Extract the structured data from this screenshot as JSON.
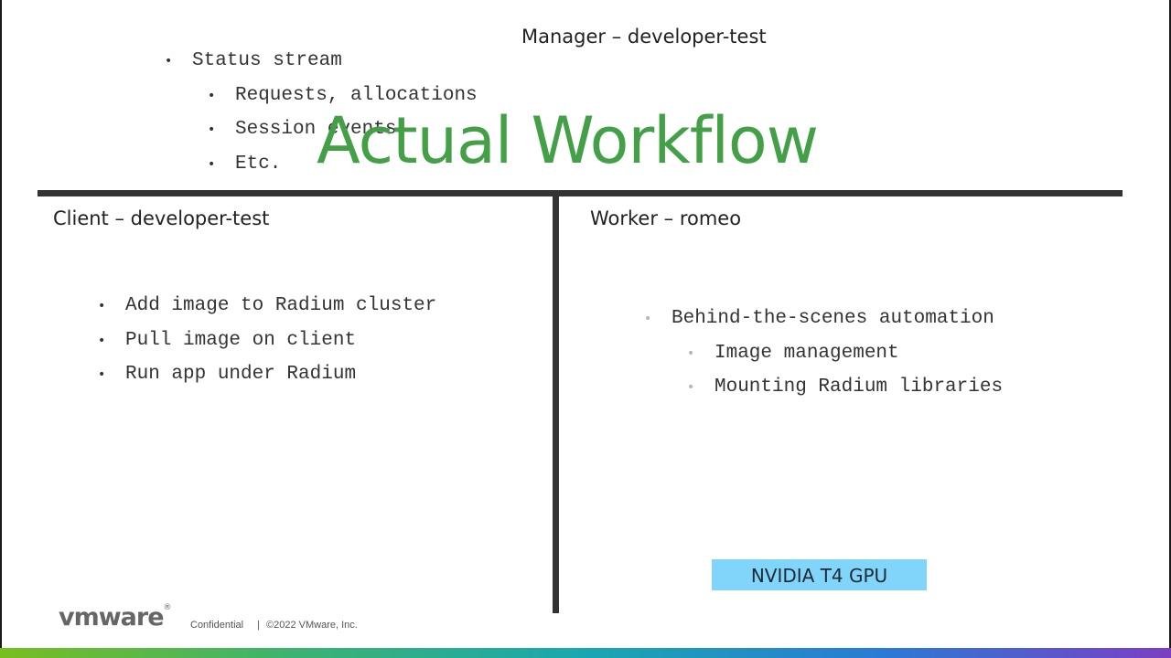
{
  "manager": {
    "title": "Manager – developer-test",
    "bullets": [
      {
        "level": 1,
        "text": "Status stream"
      },
      {
        "level": 2,
        "text": "Requests, allocations"
      },
      {
        "level": 2,
        "text": "Session events"
      },
      {
        "level": 2,
        "text": "Etc."
      }
    ]
  },
  "slide_title": "Actual Workflow",
  "client": {
    "title": "Client – developer-test",
    "bullets": [
      {
        "level": 1,
        "text": "Add image to Radium cluster"
      },
      {
        "level": 1,
        "text": "Pull image on client"
      },
      {
        "level": 1,
        "text": "Run app under Radium"
      }
    ]
  },
  "worker": {
    "title": "Worker – romeo",
    "bullets": [
      {
        "level": 1,
        "text": "Behind-the-scenes automation"
      },
      {
        "level": 2,
        "text": "Image management"
      },
      {
        "level": 2,
        "text": "Mounting Radium libraries"
      }
    ],
    "gpu_label": "NVIDIA T4 GPU"
  },
  "footer": {
    "logo": "vmware",
    "logo_mark": "®",
    "confidential": "Confidential",
    "separator": "|",
    "copyright": "©2022 VMware, Inc."
  },
  "bullet_glyph": "•",
  "colors": {
    "title_green": "#43a047",
    "gpu_box": "#81d4fa",
    "divider": "#333333",
    "muted_text": "#a8a8a8"
  }
}
